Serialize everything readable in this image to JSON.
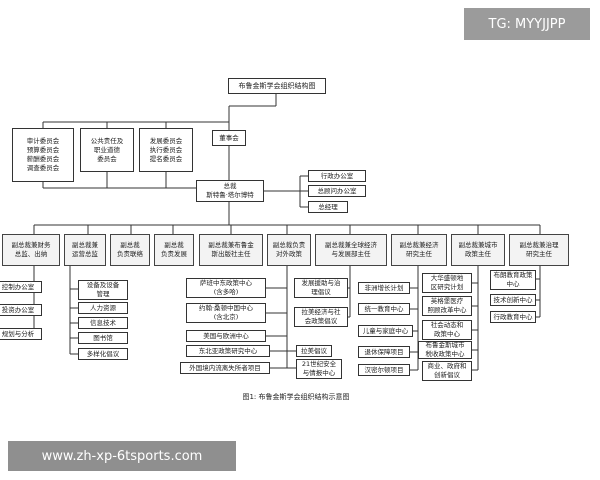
{
  "overlays": {
    "top_watermark": "TG: MYYJJPP",
    "bottom_watermark": "www.zh-xp-6tsports.com"
  },
  "diagram": {
    "title": "布鲁金斯学会组织结构图",
    "caption": "图1: 布鲁金斯学会组织结构示意图",
    "committees": [
      "审计委员会\n预算委员会\n薪酬委员会\n调查委员会",
      "公共责任及\n职业道德\n委员会",
      "发展委员会\n执行委员会\n提名委员会"
    ],
    "board": "董事会",
    "president": "总裁\n斯特鲁·塔尔博特",
    "president_offices": [
      "行政办公室",
      "总顾问办公室",
      "总经理"
    ],
    "vp_departments": [
      "副总裁兼财务\n总监、出纳",
      "副总裁兼\n运营总监",
      "副总裁\n负责联络",
      "副总裁\n负责发展",
      "副总裁兼布鲁金\n斯出版社主任",
      "副总裁负责\n对外政策",
      "副总裁兼全球经济\n与发展部主任",
      "副总裁兼经济\n研究主任",
      "副总裁兼城市\n政策主任",
      "副总裁兼治理\n研究主任"
    ],
    "finance_units": [
      "控制办公室",
      "投资办公室",
      "规划与分析"
    ],
    "operations_units": [
      "设备及设备\n管理",
      "人力资源",
      "信息技术",
      "图书馆",
      "多样化倡议"
    ],
    "foreign_policy_units": [
      "萨班中东政策中心\n(含多哈)",
      "约翰·桑顿中国中心\n(含北京)",
      "美国与欧洲中心",
      "东北亚政策研究中心",
      "外国境内流离失所者项目"
    ],
    "foreign_policy_side_units": [
      "拉美倡议",
      "21世纪安全\n与情报中心"
    ],
    "global_econ_units": [
      "发展援助与治\n理倡议",
      "拉美经济与社\n会政策倡议"
    ],
    "econ_research_units": [
      "非洲增长计划",
      "统一教育中心",
      "儿童与家庭中心",
      "退休保障项目",
      "汉密尔顿项目"
    ],
    "urban_policy_units": [
      "大华盛顿地\n区研究计划",
      "英格堡医疗\n照顾改革中心",
      "社会动态和\n政策中心",
      "布鲁金斯城市\n税收政策中心",
      "商业、政府和\n创新倡议"
    ],
    "governance_units": [
      "布朗教育政策\n中心",
      "技术创新中心",
      "行政教育中心"
    ]
  }
}
